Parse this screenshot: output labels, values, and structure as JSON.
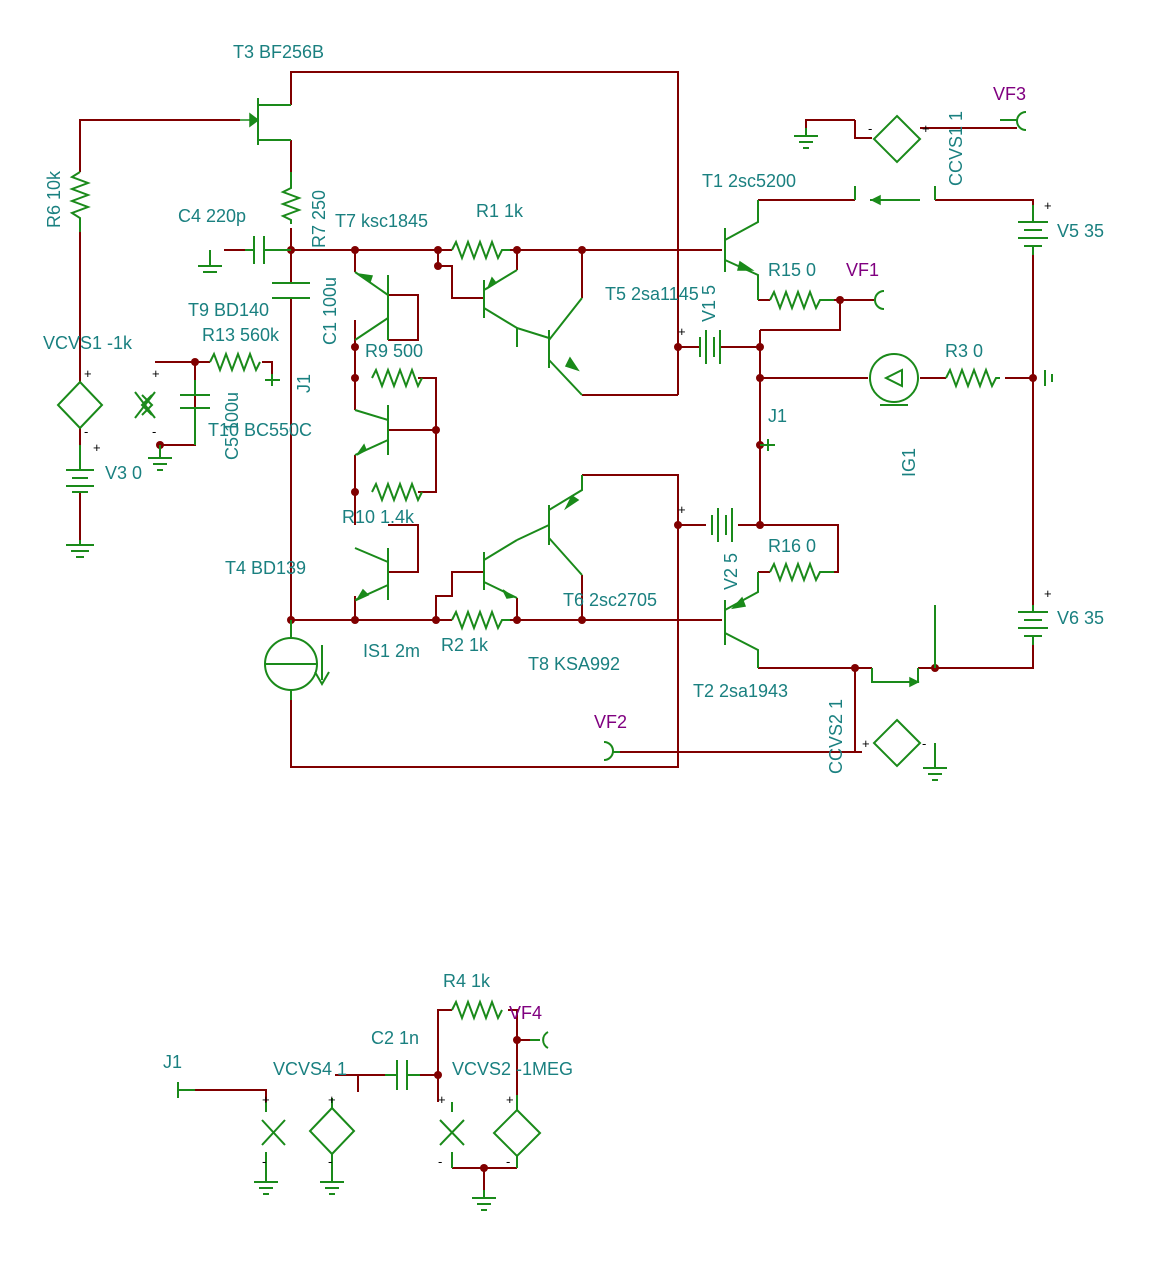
{
  "colors": {
    "wire": "#800000",
    "component": "#1a8a1a",
    "label": "#1a8080",
    "probe_label": "#800080"
  },
  "labels": {
    "t3": "T3 BF256B",
    "r6": "R6 10k",
    "c4": "C4 220p",
    "r7": "R7 250",
    "t7": "T7 ksc1845",
    "r1": "R1 1k",
    "t1": "T1 2sc5200",
    "ccvs1": "CCVS1 1",
    "vf3": "VF3",
    "v5": "V5 35",
    "r15": "R15 0",
    "vf1": "VF1",
    "t5": "T5 2sa1145",
    "v1": "V1 5",
    "c1": "C1 100u",
    "t9": "T9 BD140",
    "r13": "R13 560k",
    "vcvs1": "VCVS1 -1k",
    "r9": "R9 500",
    "j1_top": "J1",
    "r3": "R3 0",
    "t10": "T10 BC550C",
    "c5": "C5 100u",
    "v3": "V3 0",
    "j1_mid": "J1",
    "ig1": "IG1",
    "r10": "R10 1.4k",
    "r16": "R16 0",
    "v2": "V2 5",
    "t4": "T4 BD139",
    "t6": "T6 2sc2705",
    "v6": "V6 35",
    "is1": "IS1 2m",
    "r2": "R2 1k",
    "t8": "T8 KSA992",
    "t2": "T2 2sa1943",
    "ccvs2": "CCVS2 1",
    "vf2": "VF2",
    "r4": "R4 1k",
    "vf4": "VF4",
    "j1_bottom": "J1",
    "vcvs4": "VCVS4 1",
    "c2": "C2 1n",
    "vcvs2": "VCVS2 -1MEG"
  }
}
